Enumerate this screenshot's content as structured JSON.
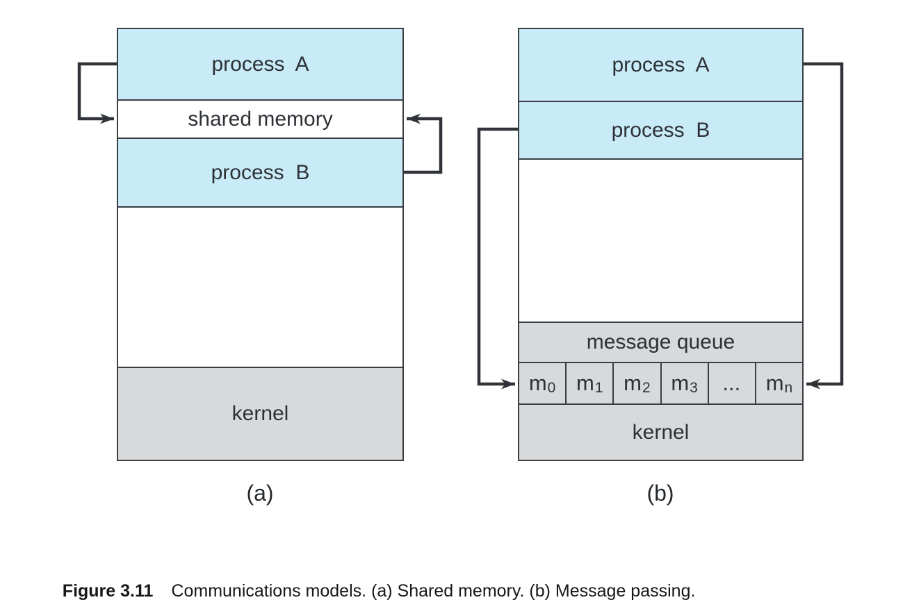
{
  "palette": {
    "process_fill": "#c8ebf7",
    "kernel_fill": "#d8d9da",
    "border": "#3a3e43",
    "arrow": "#303438",
    "text": "#2d3136"
  },
  "diagram_a": {
    "label": "(a)",
    "process_a": "process  A",
    "shared_memory": "shared memory",
    "process_b": "process  B",
    "kernel": "kernel"
  },
  "diagram_b": {
    "label": "(b)",
    "process_a": "process  A",
    "process_b": "process  B",
    "message_queue": "message queue",
    "kernel": "kernel",
    "messages": [
      {
        "text": "m",
        "sub": "0"
      },
      {
        "text": "m",
        "sub": "1"
      },
      {
        "text": "m",
        "sub": "2"
      },
      {
        "text": "m",
        "sub": "3"
      },
      {
        "text": "...",
        "sub": ""
      },
      {
        "text": "m",
        "sub": "n"
      }
    ]
  },
  "caption": {
    "prefix": "Figure 3.11",
    "body": "Communications models. (a) Shared memory. (b) Message passing."
  }
}
